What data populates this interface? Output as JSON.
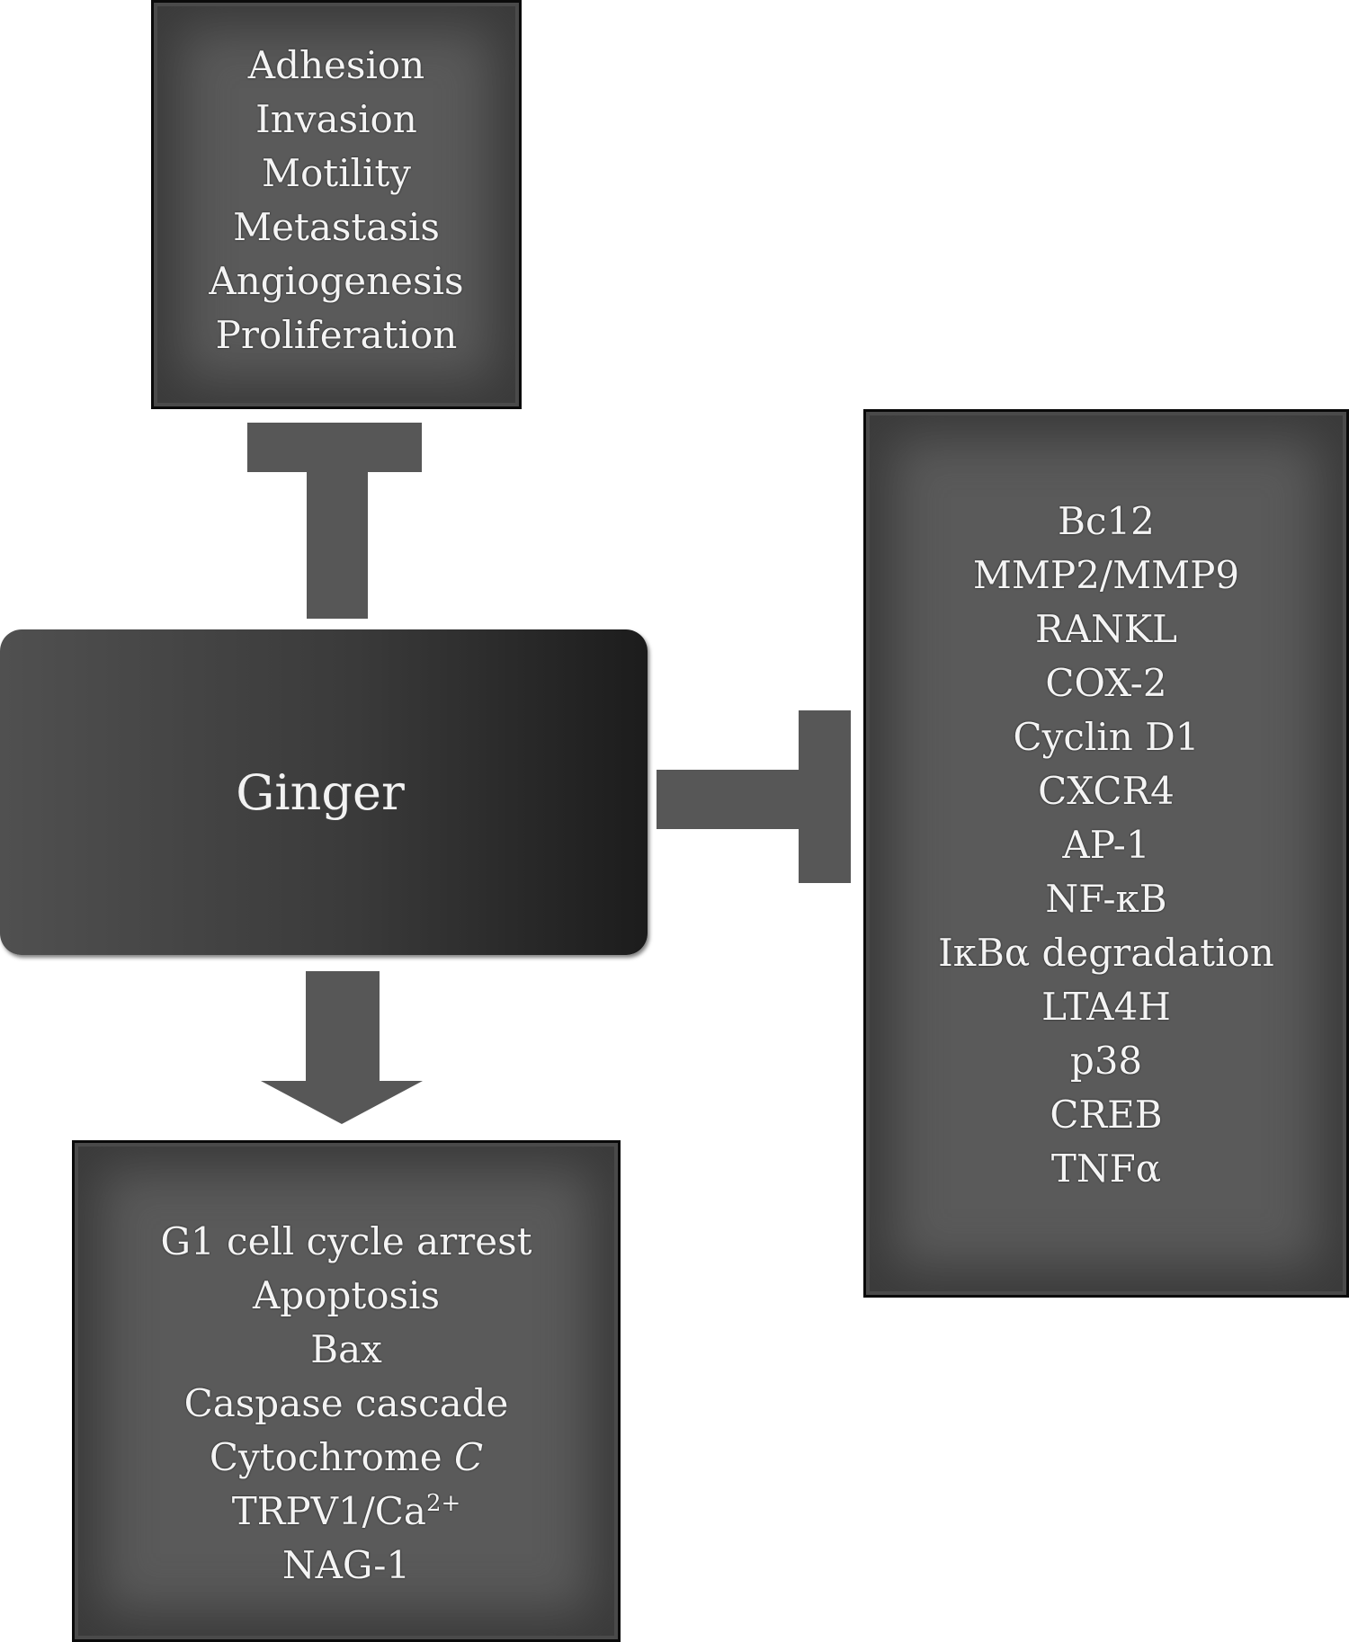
{
  "center_node": {
    "label": "Ginger"
  },
  "top_box": {
    "items": [
      "Adhesion",
      "Invasion",
      "Motility",
      "Metastasis",
      "Angiogenesis",
      "Proliferation"
    ]
  },
  "right_box": {
    "items": [
      "Bc12",
      "MMP2/MMP9",
      "RANKL",
      "COX-2",
      "Cyclin D1",
      "CXCR4",
      "AP-1",
      "NF-κB",
      "IκBα degradation",
      "LTA4H",
      "p38",
      "CREB",
      "TNFα"
    ]
  },
  "bottom_box": {
    "items": [
      "G1 cell cycle arrest",
      "Apoptosis",
      "Bax",
      "Caspase cascade"
    ],
    "cytochrome": {
      "text": "Cytochrome",
      "italic": "C"
    },
    "trpv": {
      "text": "TRPV1/Ca",
      "sup": "2+"
    },
    "last_item": "NAG-1"
  },
  "edges": [
    {
      "from": "Ginger",
      "to": "top_box",
      "type": "inhibition"
    },
    {
      "from": "Ginger",
      "to": "right_box",
      "type": "inhibition"
    },
    {
      "from": "Ginger",
      "to": "bottom_box",
      "type": "activation"
    }
  ]
}
